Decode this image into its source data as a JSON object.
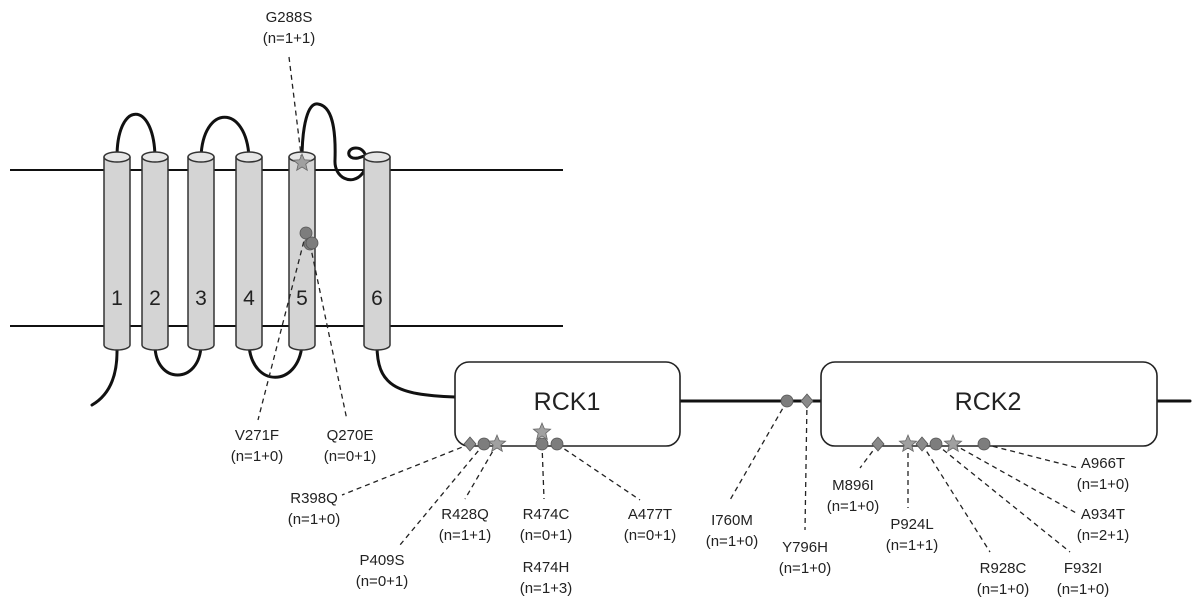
{
  "transmembrane_segments": [
    "1",
    "2",
    "3",
    "4",
    "5",
    "6"
  ],
  "domains": [
    "RCK1",
    "RCK2"
  ],
  "variants": [
    {
      "name": "G288S",
      "count": "(n=1+1)",
      "marker": "star"
    },
    {
      "name": "V271F",
      "count": "(n=1+0)",
      "marker": "circle"
    },
    {
      "name": "Q270E",
      "count": "(n=0+1)",
      "marker": "circle"
    },
    {
      "name": "R398Q",
      "count": "(n=1+0)",
      "marker": "diamond"
    },
    {
      "name": "P409S",
      "count": "(n=0+1)",
      "marker": "circle"
    },
    {
      "name": "R428Q",
      "count": "(n=1+1)",
      "marker": "star"
    },
    {
      "name": "R474C",
      "count": "(n=0+1)",
      "marker": "circle"
    },
    {
      "name": "R474H",
      "count": "(n=1+3)",
      "marker": "star"
    },
    {
      "name": "A477T",
      "count": "(n=0+1)",
      "marker": "circle"
    },
    {
      "name": "I760M",
      "count": "(n=1+0)",
      "marker": "circle"
    },
    {
      "name": "Y796H",
      "count": "(n=1+0)",
      "marker": "diamond"
    },
    {
      "name": "M896I",
      "count": "(n=1+0)",
      "marker": "diamond"
    },
    {
      "name": "P924L",
      "count": "(n=1+1)",
      "marker": "star"
    },
    {
      "name": "R928C",
      "count": "(n=1+0)",
      "marker": "diamond"
    },
    {
      "name": "F932I",
      "count": "(n=1+0)",
      "marker": "circle"
    },
    {
      "name": "A934T",
      "count": "(n=2+1)",
      "marker": "star"
    },
    {
      "name": "A966T",
      "count": "(n=1+0)",
      "marker": "circle"
    }
  ],
  "colors": {
    "helix_fill": "#d4d4d4",
    "helix_stroke": "#333333",
    "marker_circle": "#7d7d7d",
    "marker_diamond": "#8a8a8a",
    "marker_star": "#a0a0a0",
    "line": "#111111"
  }
}
